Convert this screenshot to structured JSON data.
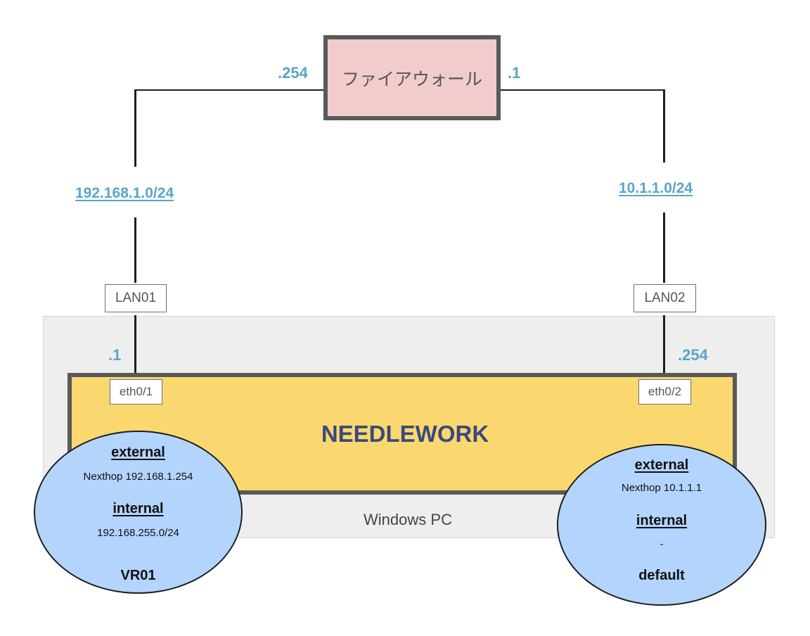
{
  "firewall": {
    "label": "ファイアウォール"
  },
  "addresses": {
    "fw_left": ".254",
    "fw_right": ".1",
    "nw_left": ".1",
    "nw_right": ".254"
  },
  "networks": {
    "left": "192.168.1.0/24",
    "right": "10.1.1.0/24"
  },
  "lan_ports": {
    "left": "LAN01",
    "right": "LAN02"
  },
  "eth_ports": {
    "left": "eth0/1",
    "right": "eth0/2"
  },
  "device": {
    "label": "NEEDLEWORK"
  },
  "host": {
    "label": "Windows PC"
  },
  "routers": {
    "vr01": {
      "external_label": "external",
      "external_value": "Nexthop 192.168.1.254",
      "internal_label": "internal",
      "internal_value": "192.168.255.0/24",
      "name": "VR01"
    },
    "default": {
      "external_label": "external",
      "external_value": "Nexthop 10.1.1.1",
      "internal_label": "internal",
      "internal_value": "-",
      "name": "default"
    }
  },
  "colors": {
    "firewall_fill": "#f2cccc",
    "device_fill": "#fad86f",
    "router_fill": "#b3d5fd",
    "address_text": "#5aa5c8",
    "device_text": "#3b4a7a"
  }
}
